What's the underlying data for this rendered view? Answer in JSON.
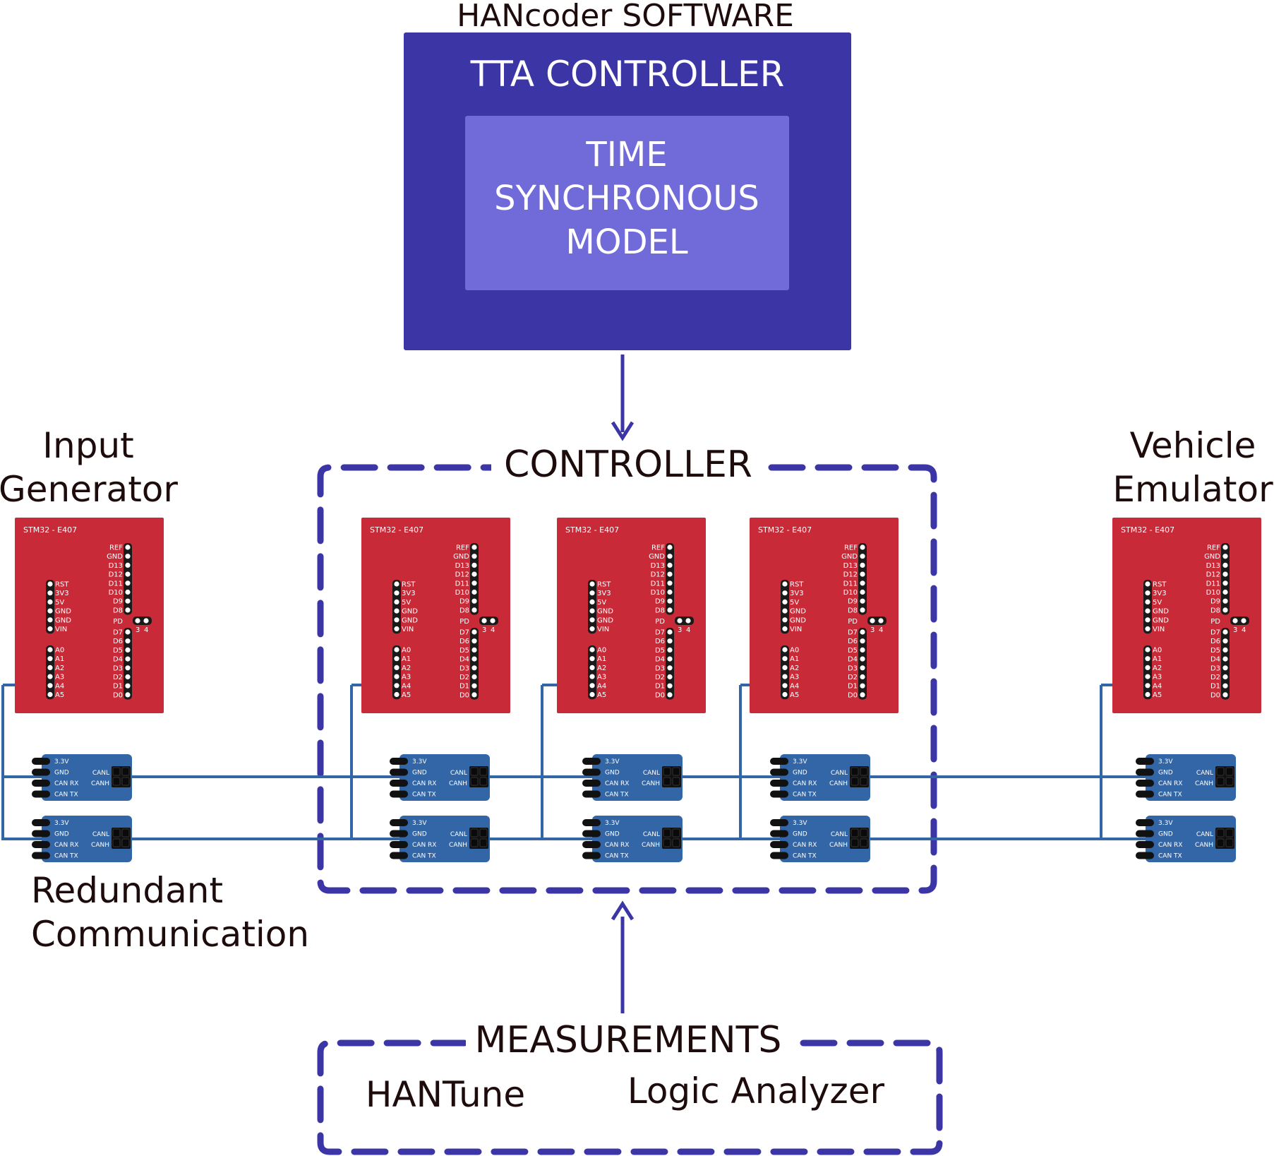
{
  "colors": {
    "software_box": "#3b35a6",
    "model_box": "#706bd8",
    "dashed_border": "#3b35a6",
    "arrow": "#3b35a6",
    "board_red": "#c82a38",
    "can_blue": "#3366a6",
    "wire_blue": "#3366a6",
    "text_dark": "#1e0c0c"
  },
  "software": {
    "caption": "HANcoder SOFTWARE",
    "title": "TTA CONTROLLER",
    "model_lines": [
      "TIME",
      "SYNCHRONOUS",
      "MODEL"
    ]
  },
  "controller": {
    "label": "CONTROLLER"
  },
  "input_generator": {
    "label_lines": [
      "Input",
      "Generator"
    ]
  },
  "vehicle_emulator": {
    "label_lines": [
      "Vehicle",
      "Emulator"
    ]
  },
  "redundant_communication": {
    "label_lines": [
      "Redundant",
      "Communication"
    ]
  },
  "measurements": {
    "label": "MEASUREMENTS",
    "tools": [
      "HANTune",
      "Logic Analyzer"
    ]
  },
  "board": {
    "title": "STM32 - E407",
    "right_top_pins": [
      "REF",
      "GND",
      "D13",
      "D12",
      "D11",
      "D10",
      "D9",
      "D8"
    ],
    "right_bottom_pins": [
      "D7",
      "D6",
      "D5",
      "D4",
      "D3",
      "D2",
      "D1",
      "D0"
    ],
    "left_top_pins": [
      "RST",
      "3V3",
      "5V",
      "GND",
      "GND",
      "VIN"
    ],
    "left_bottom_pins": [
      "A0",
      "A1",
      "A2",
      "A3",
      "A4",
      "A5"
    ],
    "pd_label": "PD",
    "pd_numbers": [
      "3",
      "4"
    ]
  },
  "can_module": {
    "left_pins": [
      "3.3V",
      "GND",
      "CAN RX",
      "CAN TX"
    ],
    "right_pins": [
      "CANL",
      "CANH"
    ]
  }
}
